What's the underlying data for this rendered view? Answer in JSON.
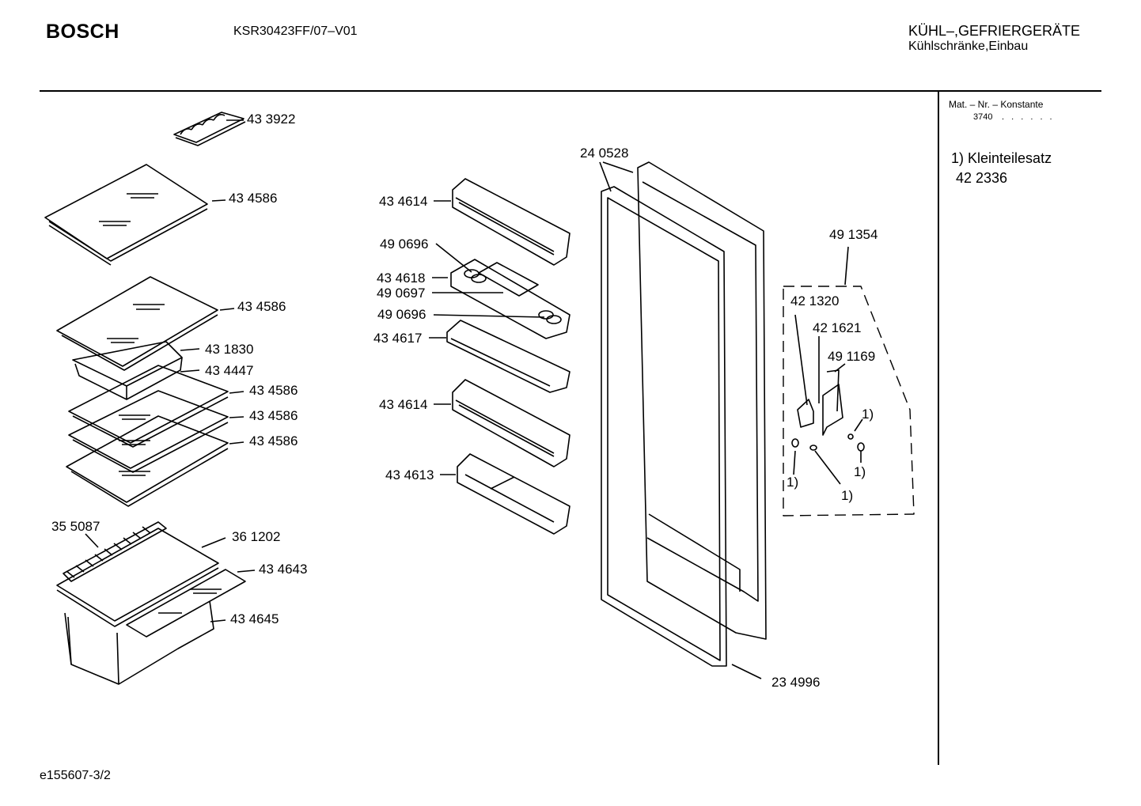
{
  "header": {
    "brand": "BOSCH",
    "model": "KSR30423FF/07–V01",
    "category_line1": "KÜHL–,GEFRIERGERÄTE",
    "category_line2": "Kühlschränke,Einbau"
  },
  "footer": {
    "drawing_id": "e155607-3/2"
  },
  "side_panel": {
    "mat_label": "Mat. – Nr. – Konstante",
    "mat_value": "3740",
    "mat_dots": ". . . . . .",
    "kit_label": "1) Kleinteilesatz",
    "kit_part": "42 2336"
  },
  "parts": {
    "p433922": "43 3922",
    "p434586_a": "43 4586",
    "p434586_b": "43 4586",
    "p431830": "43 1830",
    "p434447": "43 4447",
    "p434586_c": "43 4586",
    "p434586_d": "43 4586",
    "p434586_e": "43 4586",
    "p355087": "35 5087",
    "p361202": "36 1202",
    "p434643": "43 4643",
    "p434645": "43 4645",
    "p240528": "24 0528",
    "p434614_a": "43 4614",
    "p490696_a": "49 0696",
    "p434618": "43 4618",
    "p490697": "49 0697",
    "p490696_b": "49 0696",
    "p434617": "43 4617",
    "p434614_b": "43 4614",
    "p434613": "43 4613",
    "p491354": "49 1354",
    "p421320": "42 1320",
    "p421621": "42 1621",
    "p491169": "49 1169",
    "ref_a": "1)",
    "ref_b": "1)",
    "ref_c": "1)",
    "ref_d": "1)",
    "p234996": "23 4996"
  }
}
